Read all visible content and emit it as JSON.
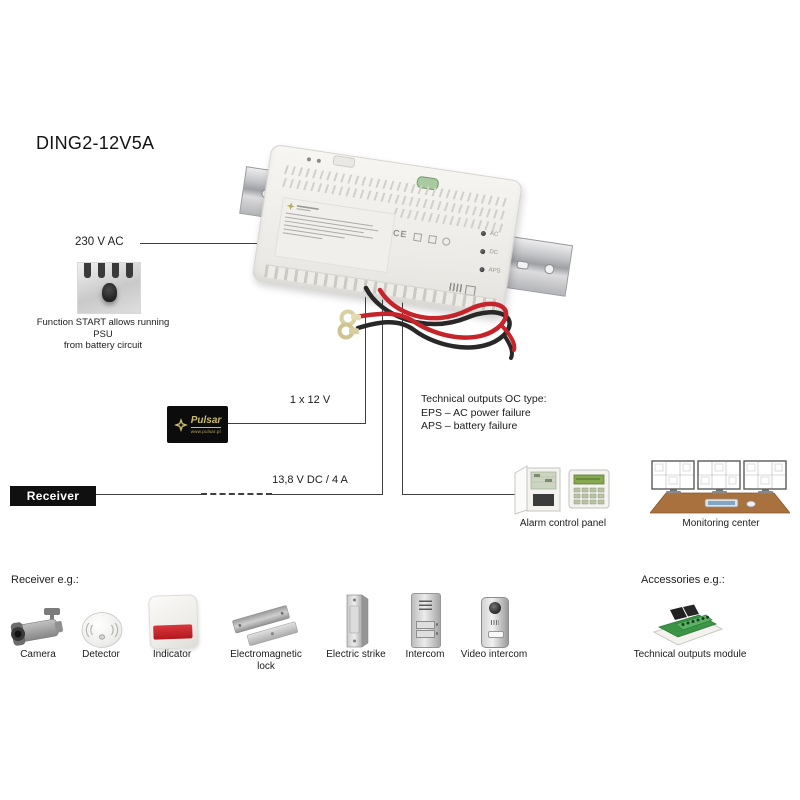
{
  "title": "DING2-12V5A",
  "labels": {
    "ac_input": "230 V AC",
    "battery_output": "1 x 12 V",
    "dc_output": "13,8 V DC / 4 A",
    "receiver_box": "Receiver"
  },
  "notes": {
    "start_function": [
      "Function START allows running PSU",
      "from battery circuit"
    ],
    "technical_outputs": [
      "Technical outputs OC type:",
      "EPS – AC power failure",
      "APS – battery failure"
    ]
  },
  "psu": {
    "leds": [
      "AC",
      "DC",
      "APS"
    ],
    "cert_mark": "CE"
  },
  "battery_brand": {
    "name": "Pulsar",
    "url": "www.pulsar.pl"
  },
  "captions": {
    "alarm_panel": "Alarm control panel",
    "monitoring_center": "Monitoring center"
  },
  "receiver_section": {
    "header": "Receiver e.g.:",
    "items": [
      {
        "label": "Camera"
      },
      {
        "label": "Detector"
      },
      {
        "label": "Indicator"
      },
      {
        "label": "Electromagnetic lock"
      },
      {
        "label": "Electric strike"
      },
      {
        "label": "Intercom"
      },
      {
        "label": "Video intercom"
      }
    ]
  },
  "accessories_section": {
    "header": "Accessories e.g.:",
    "items": [
      {
        "label": "Technical outputs module"
      }
    ]
  },
  "colors": {
    "line": "#3f3f3f",
    "accent_red": "#c5242a",
    "pulsar_gold": "#cbbd6d",
    "lcd_green": "#86a84e",
    "desk_brown": "#9a6a3a"
  }
}
